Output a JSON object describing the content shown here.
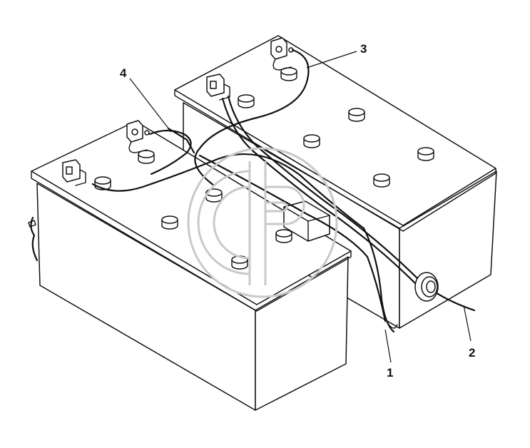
{
  "diagram": {
    "callouts": [
      {
        "id": "1",
        "label": "1"
      },
      {
        "id": "2",
        "label": "2"
      },
      {
        "id": "3",
        "label": "3"
      },
      {
        "id": "4",
        "label": "4"
      }
    ]
  },
  "colors": {
    "line": "#111111",
    "background": "#ffffff",
    "watermark": "#c9c9c9"
  },
  "icons": {
    "watermark": "cp-logo-watermark-icon",
    "grommet": "cable-grommet-icon",
    "terminal_clamp": "terminal-clamp-icon"
  }
}
